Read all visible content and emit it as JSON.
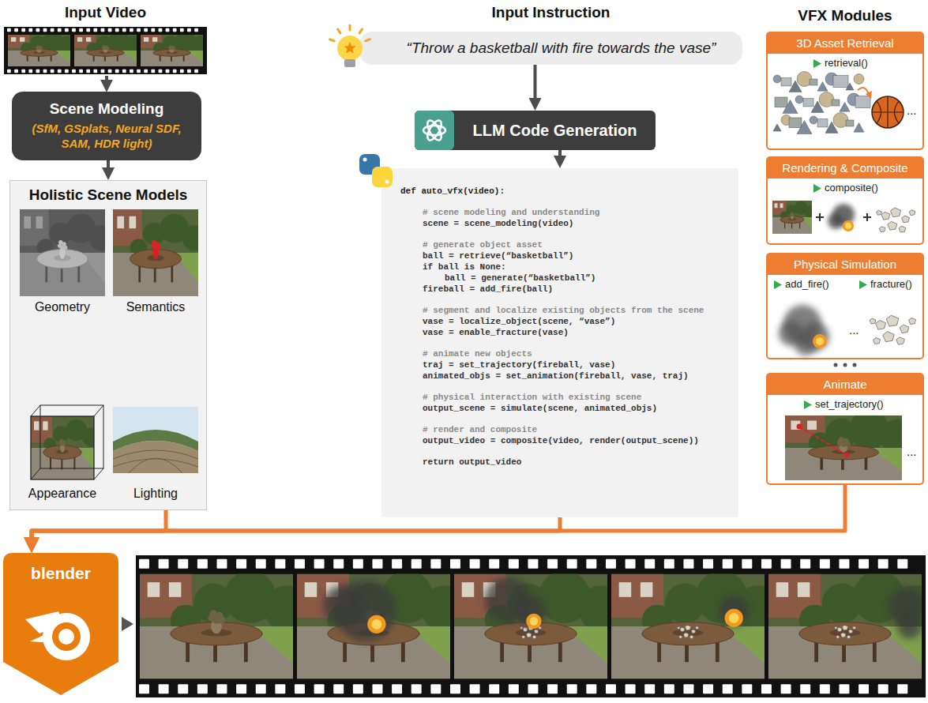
{
  "diagram": {
    "nodes": [
      {
        "text": [
          "Input Video"
        ]
      },
      {
        "text": [
          "Scene Modeling",
          "(SfM, GSplats, Neural SDF, SAM, HDR light)"
        ]
      },
      {
        "text": [
          "Holistic Scene Models"
        ]
      },
      {
        "text": [
          "Geometry"
        ],
        "in": 2
      },
      {
        "text": [
          "Semantics"
        ],
        "in": 2
      },
      {
        "text": [
          "Appearance"
        ],
        "in": 2
      },
      {
        "text": [
          "Lighting"
        ],
        "in": 2
      },
      {
        "text": [
          "Input Instruction",
          "“Throw a basketball with fire towards the vase”"
        ]
      },
      {
        "text": [
          "LLM Code Generation"
        ]
      },
      {
        "text": [
          "def auto_vfx(video):",
          "# scene modeling and understanding",
          "scene = scene_modeling(video)",
          "# generate object asset",
          "ball = retrieve(“basketball”)",
          "if ball is None:",
          "ball = generate(“basketball”)",
          "fireball = add_fire(ball)",
          "# segment and localize existing objects from the scene",
          "vase = localize_object(scene, “vase”)",
          "vase = enable_fracture(vase)",
          "# animate new objects",
          "traj = set_trajectory(fireball, vase)",
          "animated_objs = set_animation(fireball, vase, traj)",
          "# physical interaction with existing scene",
          "output_scene = simulate(scene, animated_objs)",
          "# render and composite",
          "output_video = composite(video, render(output_scene))",
          "return output_video"
        ]
      },
      {
        "text": [
          "3D Asset Retrieval",
          "retrieval()",
          "..."
        ]
      },
      {
        "text": [
          "Rendering & Composite",
          "composite()"
        ]
      },
      {
        "text": [
          "Physical Simulation",
          "add_fire()",
          "fracture()",
          "..."
        ]
      },
      {
        "text": [
          "Animate",
          "set_trajectory()",
          "..."
        ]
      },
      {
        "text": [
          "blender"
        ]
      }
    ],
    "edges": [
      {
        "from": 0,
        "to": 1,
        "arrow": "to"
      },
      {
        "from": 1,
        "to": 2,
        "arrow": "to"
      },
      {
        "from": 7,
        "to": 8,
        "arrow": "to"
      },
      {
        "from": 8,
        "to": 9,
        "arrow": "to"
      },
      {
        "from": 2,
        "to": 14,
        "arrow": "to"
      },
      {
        "from": 9,
        "to": 14,
        "arrow": "to"
      },
      {
        "from": 13,
        "to": 14,
        "arrow": "to"
      }
    ],
    "labels": [
      "VFX Modules"
    ]
  }
}
